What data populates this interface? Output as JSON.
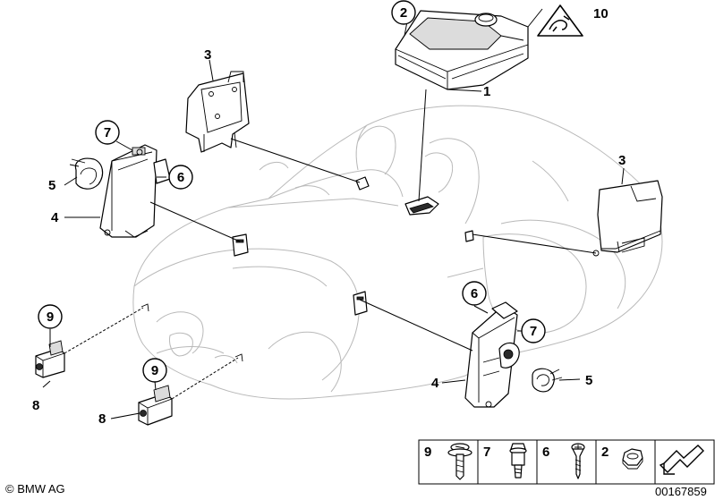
{
  "callouts": {
    "c1": "1",
    "c2": "2",
    "c3a": "3",
    "c3b": "3",
    "c4a": "4",
    "c4b": "4",
    "c5a": "5",
    "c5b": "5",
    "c6a": "6",
    "c6b": "6",
    "c7a": "7",
    "c7b": "7",
    "c8a": "8",
    "c8b": "8",
    "c9a": "9",
    "c9b": "9",
    "c10": "10"
  },
  "legend": [
    {
      "num": "9",
      "icon": "screw-washer-icon"
    },
    {
      "num": "7",
      "icon": "collar-bolt-icon"
    },
    {
      "num": "6",
      "icon": "screw-icon"
    },
    {
      "num": "2",
      "icon": "hex-nut-icon"
    }
  ],
  "legend_arrow_icon": "direction-arrow-icon",
  "footer": {
    "copyright": "© BMW AG",
    "diagram_id": "00167859"
  },
  "colors": {
    "line": "#000000",
    "car_outline": "#b9b9b9",
    "background": "#ffffff"
  }
}
